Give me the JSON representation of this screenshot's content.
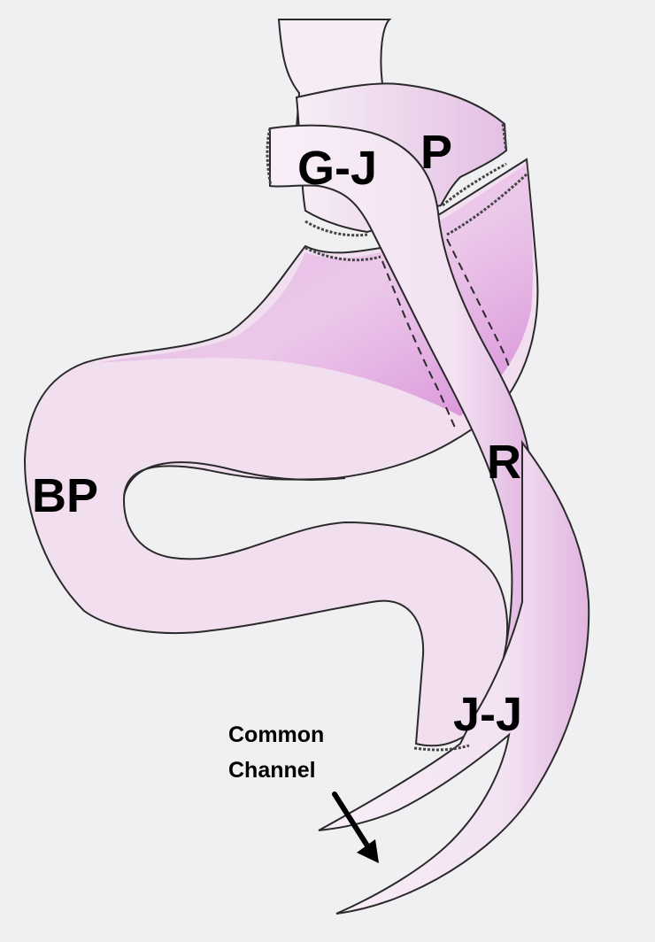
{
  "labels": {
    "gj": "G-J",
    "p": "P",
    "bp": "BP",
    "r": "R",
    "jj": "J-J",
    "common_channel_line1": "Common",
    "common_channel_line2": "Channel"
  },
  "colors": {
    "background": "#f0f0f2",
    "tissue_fill": "#f3e4f2",
    "tissue_shade": "#cf6fd0",
    "outline": "#2a2a2a",
    "text": "#000000"
  }
}
